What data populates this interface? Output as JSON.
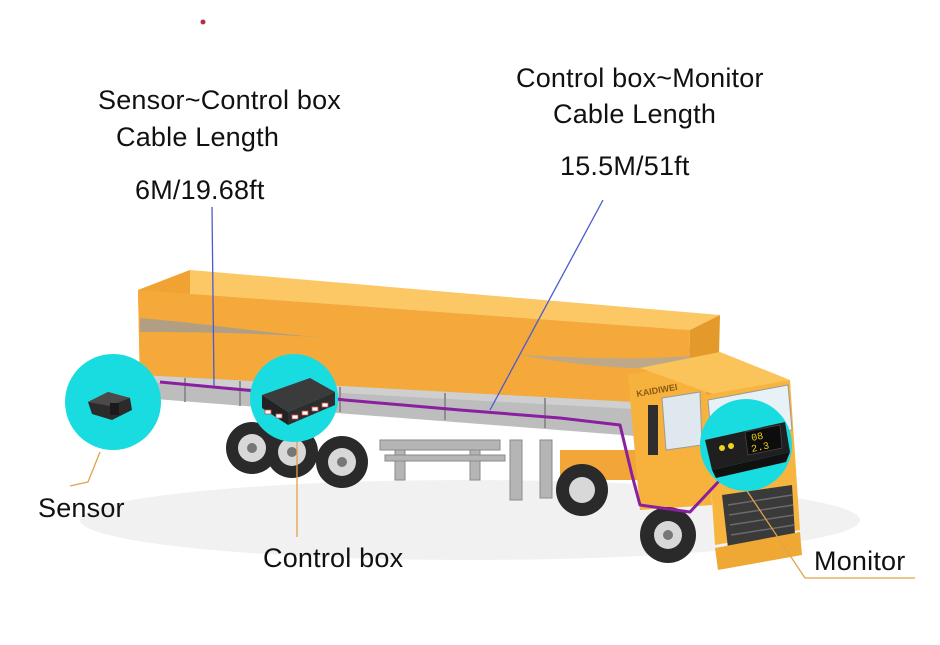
{
  "labels": {
    "sensor_cb_title1": "Sensor~Control box",
    "sensor_cb_title2": "Cable Length",
    "sensor_cb_length": "6M/19.68ft",
    "cb_monitor_title1": "Control box~Monitor",
    "cb_monitor_title2": "Cable Length",
    "cb_monitor_length": "15.5M/51ft",
    "sensor": "Sensor",
    "control_box": "Control box",
    "monitor": "Monitor",
    "truck_brand": "KAIDIWEI",
    "display_digits_top": "08",
    "display_digits_bottom": "2.3"
  },
  "colors": {
    "trailer": "#f4a93a",
    "trailer_dark": "#d98b1e",
    "cab": "#f5b53c",
    "callout_circle": "#19dce0",
    "cable": "#8a1fa0",
    "leader_blue": "#4a5bd0",
    "leader_orange": "#e0a24a",
    "chassis": "#bdbdbd"
  }
}
